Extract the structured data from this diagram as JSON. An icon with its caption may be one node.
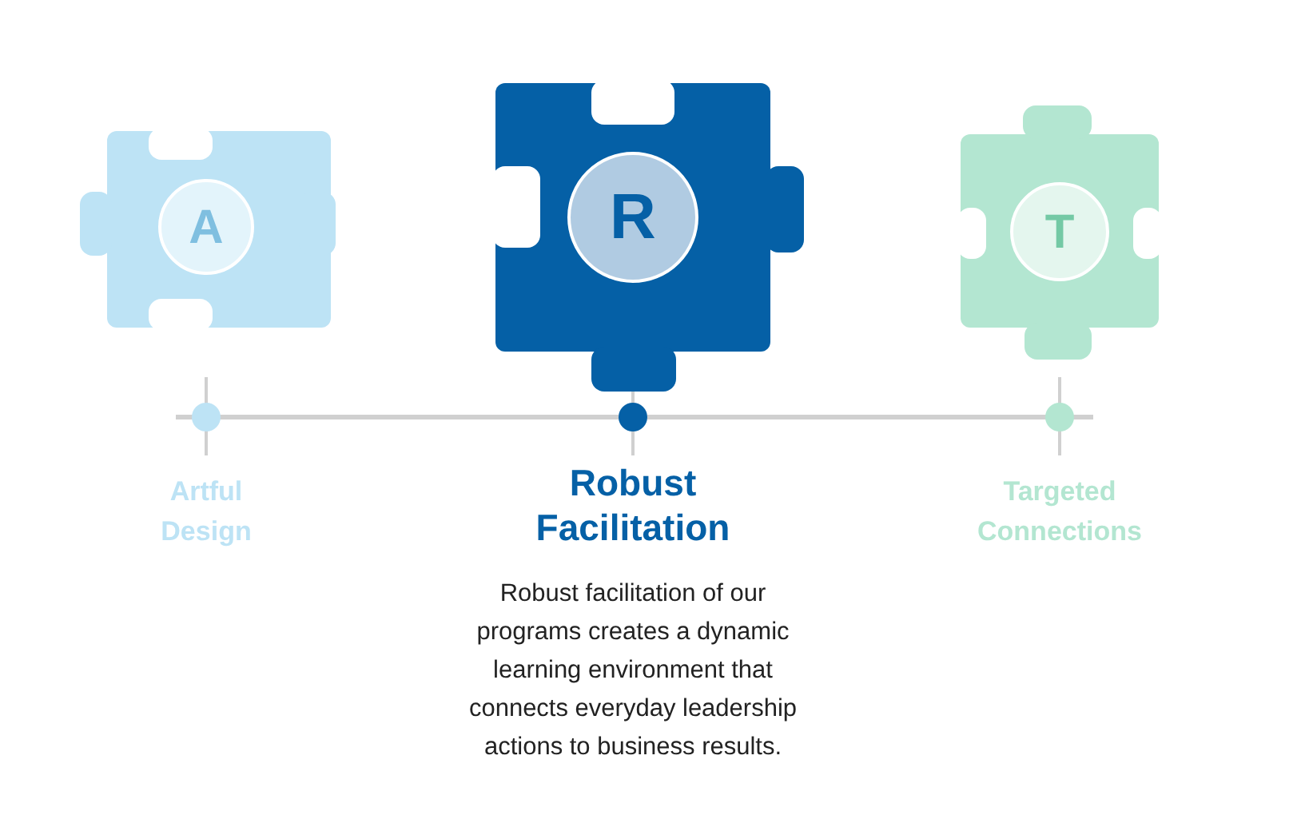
{
  "diagram": {
    "nodes": [
      {
        "text": [
          "A"
        ]
      },
      {
        "text": [
          "R"
        ]
      },
      {
        "text": [
          "T"
        ]
      }
    ],
    "labels": [
      "Artful Design",
      "Robust Facilitation",
      "Targeted Connections",
      "Robust facilitation of our programs creates a dynamic learning environment that connects everyday leadership actions to business results."
    ]
  }
}
